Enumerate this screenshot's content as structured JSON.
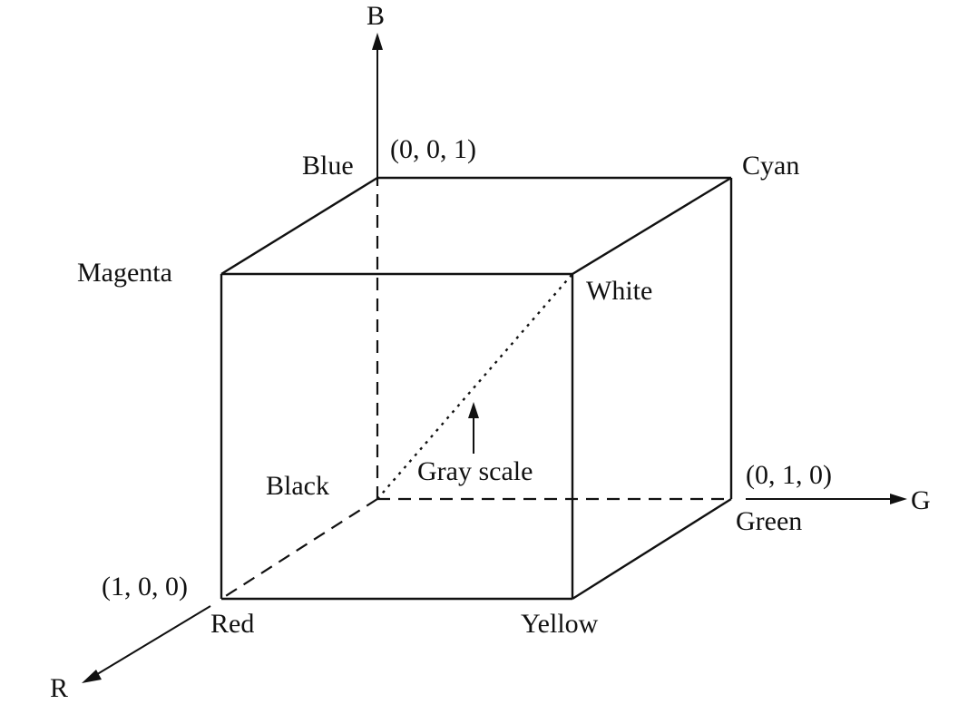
{
  "axes": {
    "b": "B",
    "g": "G",
    "r": "R"
  },
  "vertices": {
    "blue": "Blue",
    "blue_coord": "(0, 0, 1)",
    "cyan": "Cyan",
    "magenta": "Magenta",
    "white": "White",
    "black": "Black",
    "green": "Green",
    "green_coord": "(0, 1, 0)",
    "red": "Red",
    "red_coord": "(1, 0, 0)",
    "yellow": "Yellow"
  },
  "annotations": {
    "gray_scale": "Gray scale"
  }
}
